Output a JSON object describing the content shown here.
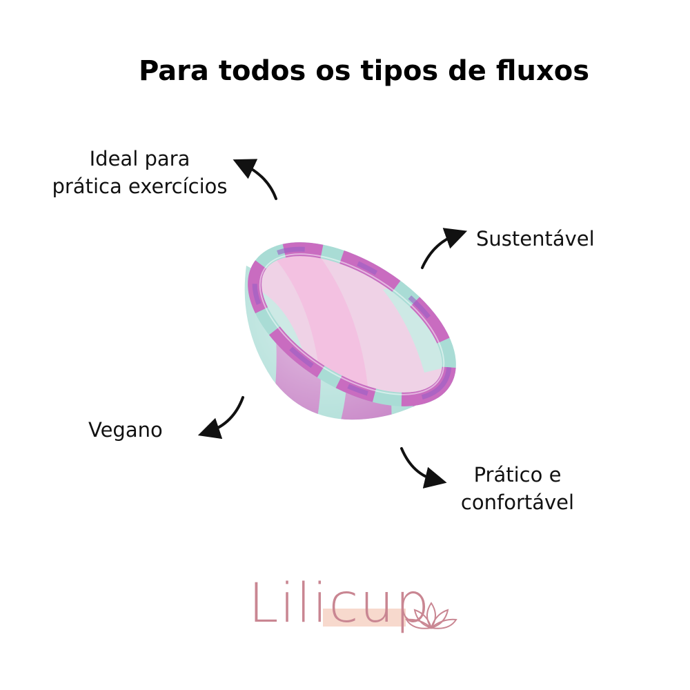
{
  "title": "Para todos os tipos de fluxos",
  "features": {
    "exercise": [
      "Ideal para",
      "prática exercícios"
    ],
    "sustainable": "Sustentável",
    "vegan": "Vegano",
    "comfortable": [
      "Prático e",
      "confortável"
    ]
  },
  "brand": {
    "name_part1": "Lili",
    "name_part2": "cup",
    "color": "#c98692",
    "highlight": "#f7d9cd"
  },
  "product_colors": {
    "pink": "#c96cc0",
    "mint": "#a9dcd5",
    "purple": "#9a5fc4"
  }
}
